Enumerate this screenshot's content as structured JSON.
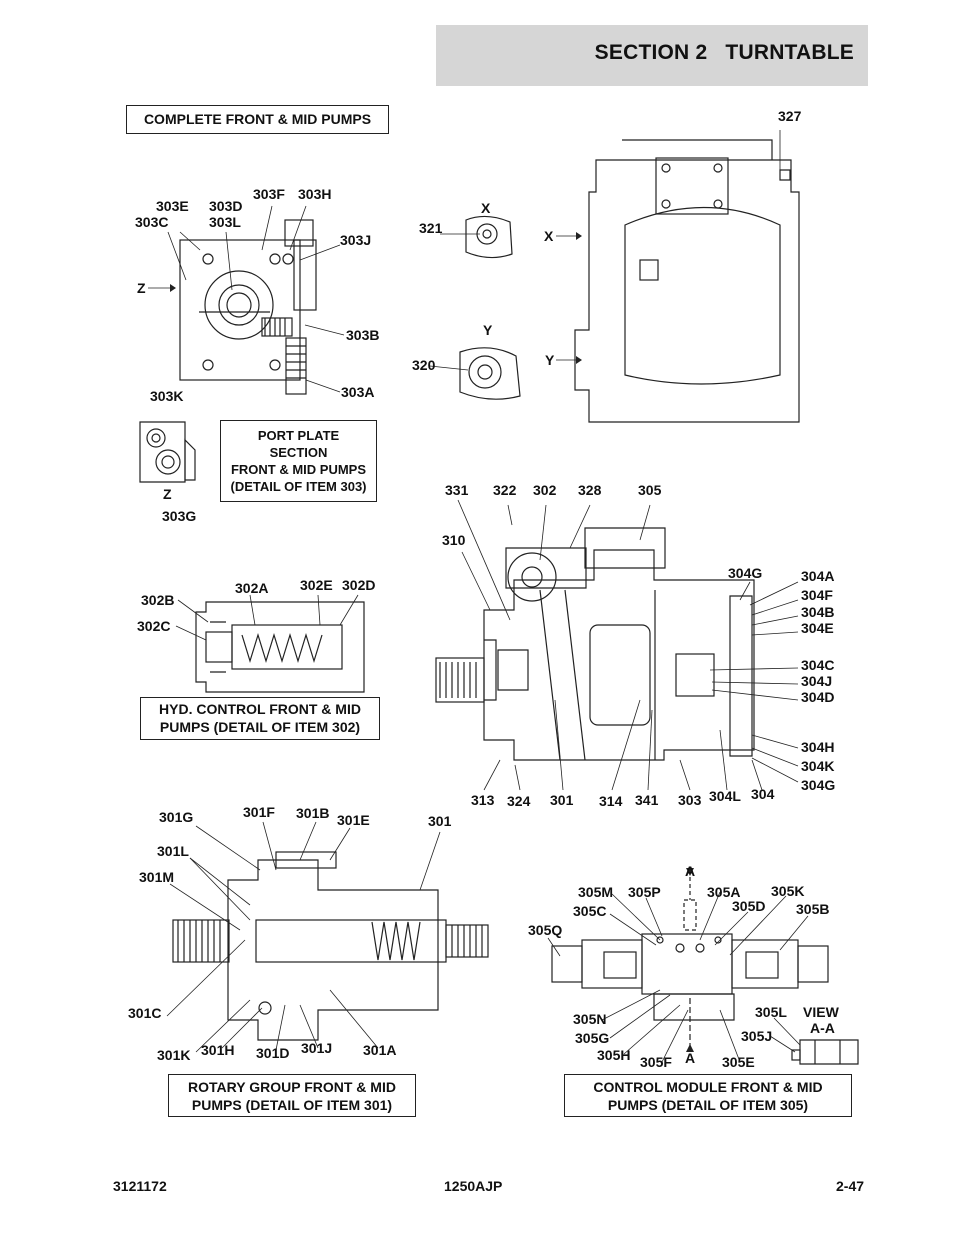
{
  "header": {
    "title": "SECTION 2   TURNTABLE"
  },
  "captions": {
    "complete": "COMPLETE FRONT & MID PUMPS",
    "port_plate": [
      "PORT PLATE",
      "SECTION",
      "FRONT & MID PUMPS",
      "(DETAIL OF ITEM 303)"
    ],
    "hyd_control": [
      "HYD. CONTROL FRONT & MID",
      "PUMPS (DETAIL OF ITEM 302)"
    ],
    "rotary_group": [
      "ROTARY GROUP FRONT & MID",
      "PUMPS (DETAIL OF ITEM 301)"
    ],
    "control_module": [
      "CONTROL MODULE  FRONT & MID",
      "PUMPS (DETAIL OF ITEM 305)"
    ]
  },
  "callouts": {
    "c327": "327",
    "c303E": "303E",
    "c303D": "303D",
    "c303F": "303F",
    "c303H": "303H",
    "c303C": "303C",
    "c303L": "303L",
    "c303J": "303J",
    "c303B": "303B",
    "c303A": "303A",
    "c303K": "303K",
    "c303G": "303G",
    "cZ1": "Z",
    "cZ2": "Z",
    "cX1": "X",
    "cX2": "X",
    "cY1": "Y",
    "cY2": "Y",
    "c321": "321",
    "c320": "320",
    "c331": "331",
    "c322": "322",
    "c302": "302",
    "c328": "328",
    "c305": "305",
    "c310": "310",
    "c304G1": "304G",
    "c304A": "304A",
    "c304F": "304F",
    "c304B": "304B",
    "c304E": "304E",
    "c304C": "304C",
    "c304J": "304J",
    "c304D": "304D",
    "c304H": "304H",
    "c304K": "304K",
    "c304G2": "304G",
    "c313": "313",
    "c324": "324",
    "c301a": "301",
    "c314": "314",
    "c341": "341",
    "c303": "303",
    "c304L": "304L",
    "c304": "304",
    "c302A": "302A",
    "c302E": "302E",
    "c302D": "302D",
    "c302B": "302B",
    "c302C": "302C",
    "c301G": "301G",
    "c301F": "301F",
    "c301B": "301B",
    "c301E": "301E",
    "c301b": "301",
    "c301L": "301L",
    "c301M": "301M",
    "c301C": "301C",
    "c301K": "301K",
    "c301H": "301H",
    "c301D": "301D",
    "c301J": "301J",
    "c301A": "301A",
    "cA1": "A",
    "cA2": "A",
    "c305M": "305M",
    "c305P": "305P",
    "c305A": "305A",
    "c305K": "305K",
    "c305C": "305C",
    "c305D": "305D",
    "c305B": "305B",
    "c305Q": "305Q",
    "c305N": "305N",
    "c305G": "305G",
    "c305H": "305H",
    "c305F": "305F",
    "c305E": "305E",
    "c305J": "305J",
    "c305L": "305L",
    "cView": "VIEW",
    "cViewAA": "A-A"
  },
  "footer": {
    "doc_number": "3121172",
    "model": "1250AJP",
    "page": "2-47"
  }
}
